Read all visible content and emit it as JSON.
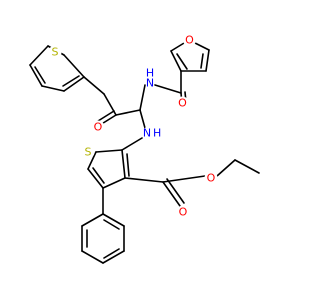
{
  "molecule": {
    "atom_labels": {
      "furan_o": "O",
      "amide_o": "O",
      "amide_nh": "H",
      "amide_n": "N",
      "thiophene_top_s": "S",
      "ketone_o": "O",
      "amine_n": "N",
      "amine_h": "H",
      "ring_s": "S",
      "ester_o_dbl": "O",
      "ester_o": "O"
    },
    "colors": {
      "bond": "#000000",
      "oxygen": "#ff0000",
      "nitrogen": "#0000ff",
      "sulfur": "#b3b300",
      "background": "#ffffff"
    }
  }
}
